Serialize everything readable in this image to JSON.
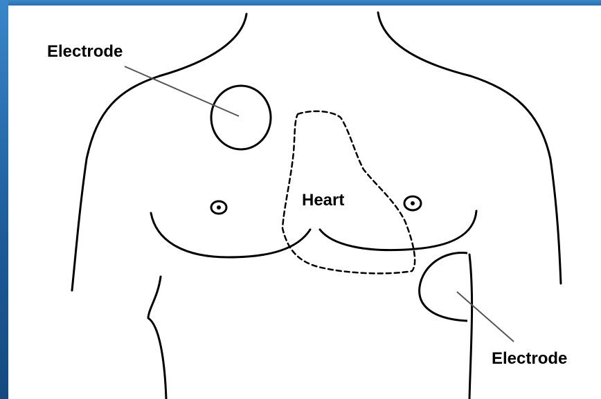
{
  "diagram": {
    "labels": {
      "electrode_top": "Electrode",
      "heart": "Heart",
      "electrode_bottom": "Electrode"
    },
    "colors": {
      "frame_blue": "#2c6fae",
      "line": "#000000",
      "leader_line": "#555555",
      "background": "#ffffff"
    }
  }
}
